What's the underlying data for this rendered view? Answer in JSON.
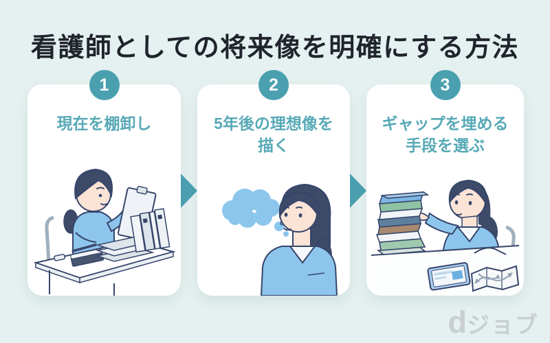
{
  "title": "看護師としての将来像を明確にする方法",
  "steps": [
    {
      "number": "1",
      "lines": [
        "現在を棚卸し"
      ],
      "illustration": "nurse-taking-stock-at-desk"
    },
    {
      "number": "2",
      "lines": [
        "5年後の理想像を",
        "描く"
      ],
      "illustration": "nurse-imagining-with-thought-cloud"
    },
    {
      "number": "3",
      "lines": [
        "ギャップを埋める",
        "手段を選ぶ"
      ],
      "illustration": "nurse-choosing-books-tablet-map"
    }
  ],
  "logo": {
    "d": "d",
    "rest": "ジョブ"
  },
  "colors": {
    "background": "#e5f1f0",
    "card": "#ffffff",
    "accent_teal": "#4aa0af",
    "heading_teal": "#57a9b6",
    "arrow_teal": "#4a9fae",
    "title_text": "#20242c",
    "logo_gray": "#c9cfd1",
    "scrub_blue": "#8ec5ec",
    "thought_cloud_blue": "#8cc6ed",
    "outline_navy": "#36456b",
    "hair_navy": "#3d4a68",
    "skin": "#fbe3d6"
  }
}
